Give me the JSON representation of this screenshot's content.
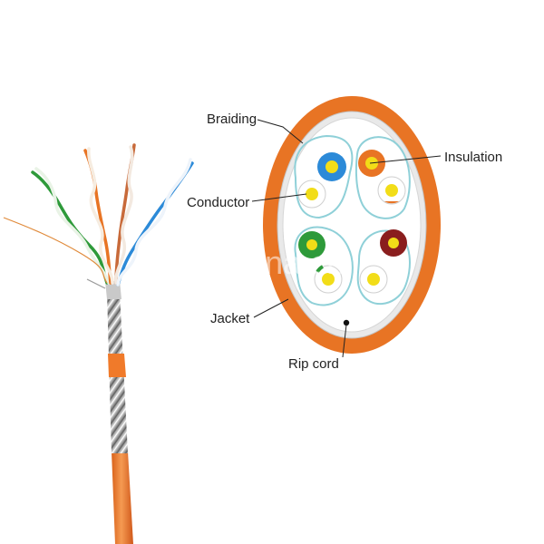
{
  "labels": {
    "braiding": "Braiding",
    "insulation": "Insulation",
    "conductor": "Conductor",
    "jacket": "Jacket",
    "rip_cord": "Rip cord"
  },
  "watermark": "en.china.cn",
  "colors": {
    "jacket": "#e87424",
    "pair_blue": "#2c8ad8",
    "pair_orange": "#e87424",
    "pair_green": "#2e9a3a",
    "pair_brown": "#8a1e1e",
    "conductor": "#f2dd18",
    "shield": "#8fd0d8"
  }
}
